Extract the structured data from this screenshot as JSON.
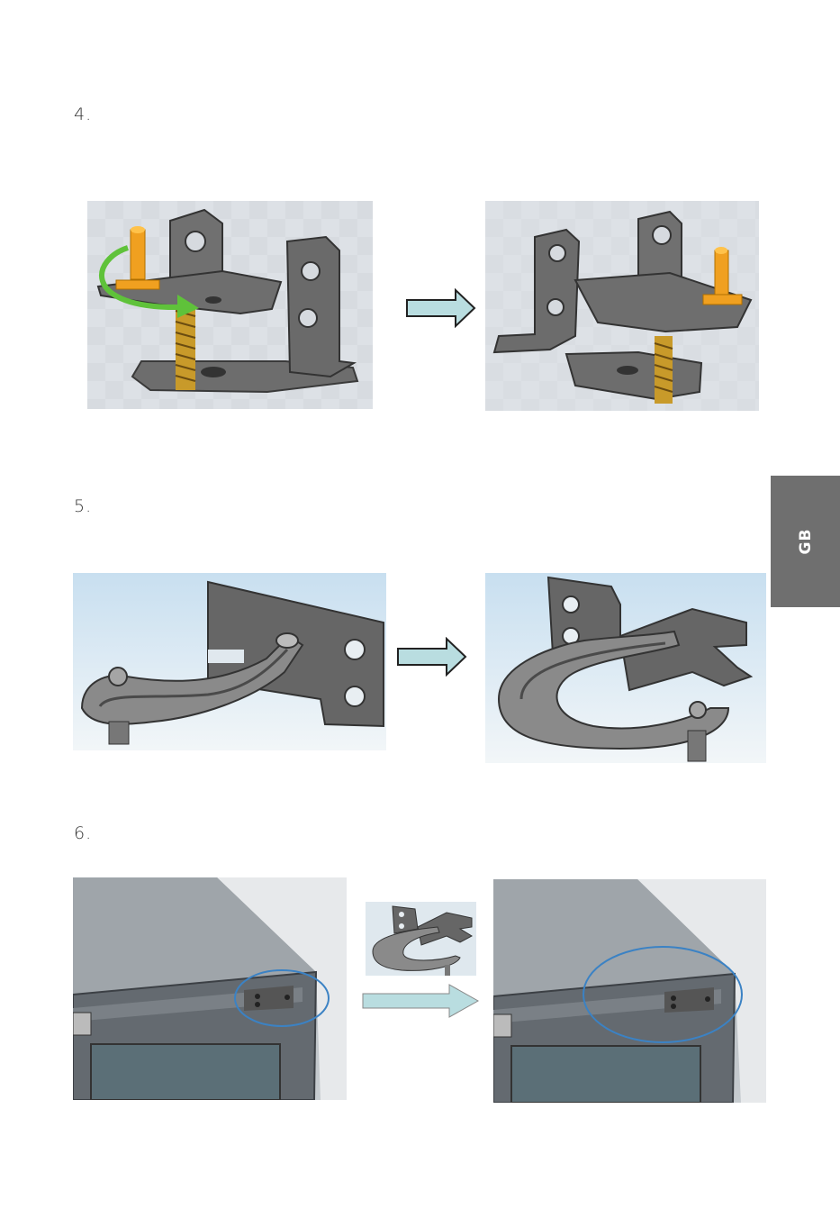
{
  "steps": [
    {
      "number": "4."
    },
    {
      "number": "5."
    },
    {
      "number": "6."
    }
  ],
  "side_tab": {
    "label": "GB",
    "color": "#6f6f6f"
  },
  "colors": {
    "arrow_fill": "#b9dde0",
    "bolt": "#f0a020",
    "spring": "#c89a2a",
    "rotate_arrow": "#5fc23a",
    "metal": "#6d6d6d",
    "highlight_ellipse": "#3b82c4"
  },
  "icons": {
    "direction_arrow": "right-arrow-icon",
    "rotate_arrow": "curved-rotate-arrow-icon"
  }
}
